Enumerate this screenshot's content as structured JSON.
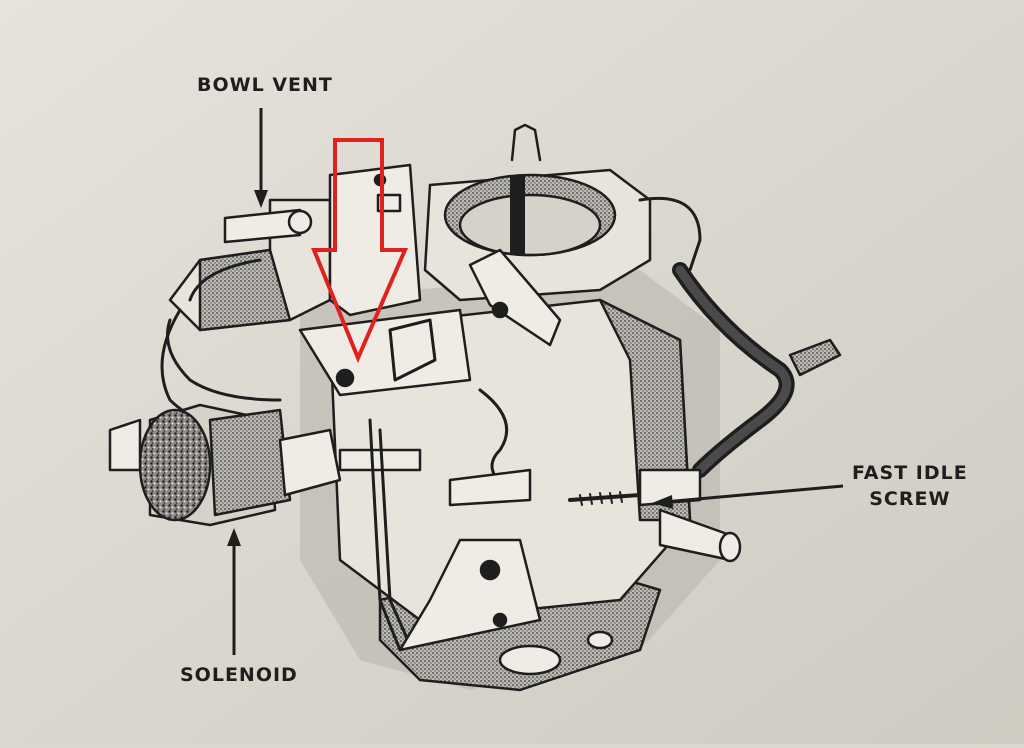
{
  "labels": {
    "bowl_vent": "BOWL VENT",
    "fast_idle_line1": "FAST IDLE",
    "fast_idle_line2": "SCREW",
    "solenoid": "SOLENOID"
  },
  "colors": {
    "paper": "#dcd8d0",
    "ink": "#1e1e1e",
    "annotation_arrow": "#e0221f"
  }
}
